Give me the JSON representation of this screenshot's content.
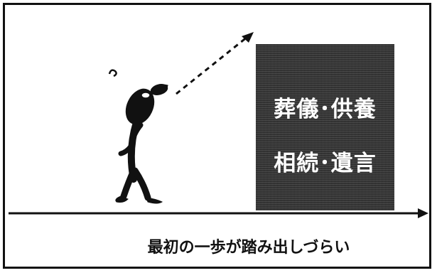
{
  "diagram": {
    "box_labels": [
      "葬儀･供養",
      "相続･遺言"
    ],
    "caption": "最初の一歩が踏み出しづらい"
  },
  "colors": {
    "block": "#3a3a3a",
    "ink": "#111111",
    "block_text": "#ffffff"
  }
}
